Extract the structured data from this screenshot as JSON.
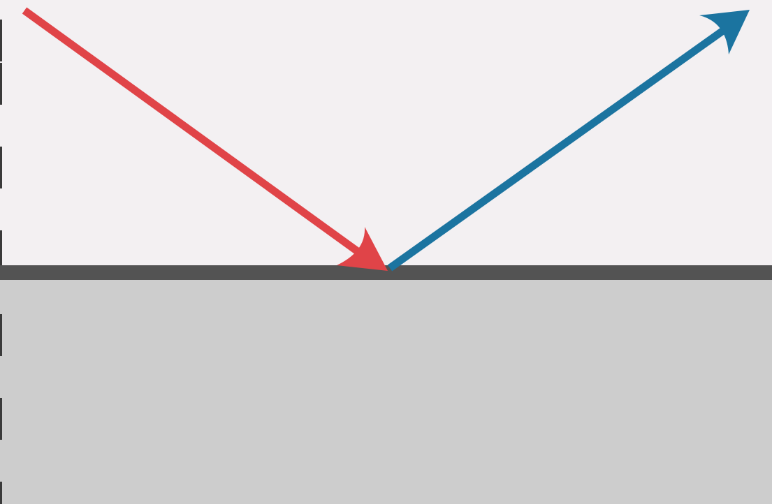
{
  "diagram": {
    "kind": "reflection",
    "colors": {
      "upper_medium": "#f3f0f2",
      "lower_medium": "#cdcdcd",
      "surface": "#535353",
      "incident_ray": "#e04448",
      "reflected_ray": "#1b74a0",
      "edge_ticks": "#3a3a3a"
    },
    "elements": {
      "upper_medium": "air",
      "lower_medium": "mirror-material",
      "surface": "reflective-surface",
      "incident_ray": "incident-arrow",
      "reflected_ray": "reflected-arrow"
    }
  }
}
